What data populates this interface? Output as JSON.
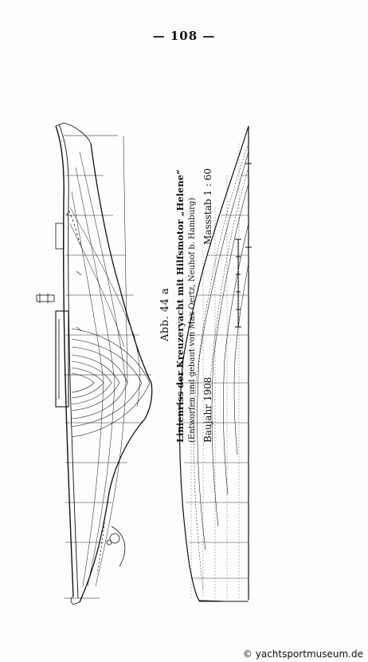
{
  "page": {
    "number": "— 108 —"
  },
  "caption": {
    "figure_label": "Abb. 44 a",
    "title": "Linienriss der Kreuzeryacht mit Hilfsmotor „Helene“",
    "credit": "(Entworfen und gebaut von Max Oertz, Neuhof b. Hamburg)",
    "year": "Baujahr 1908",
    "scale": "Massstab 1 : 60"
  },
  "watermark": {
    "text": "© yachtsportmuseum.de"
  },
  "colors": {
    "ink": "#111111",
    "paper": "#fdfdfb"
  }
}
